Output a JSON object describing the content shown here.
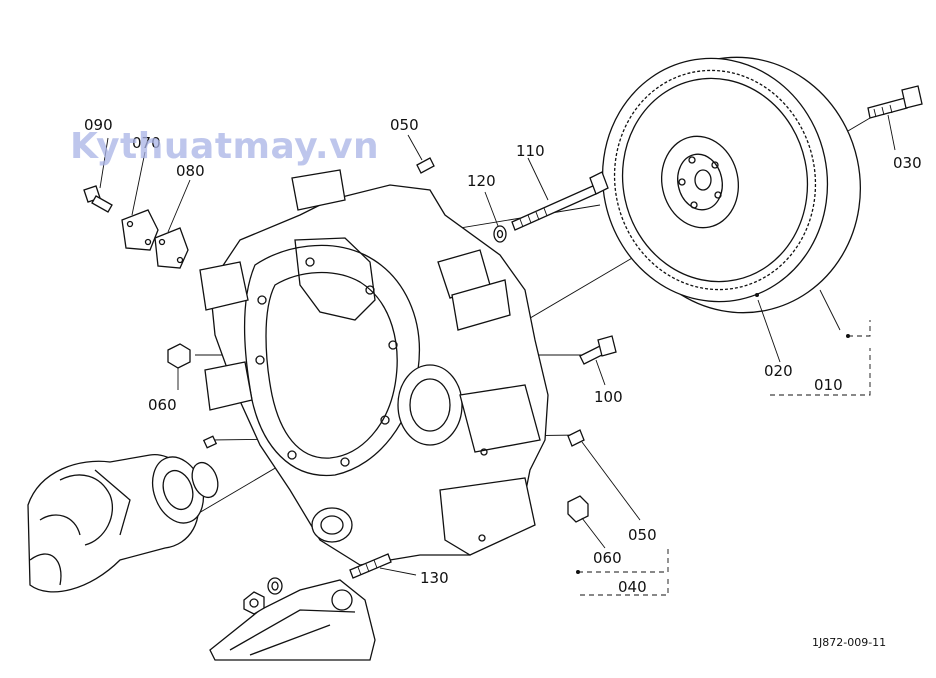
{
  "watermark": {
    "text": "Kythuatmay.vn",
    "color": "#a9b3e6"
  },
  "drawing_code": "1J872-009-11",
  "colors": {
    "line": "#111111",
    "background": "#ffffff"
  },
  "part_labels": [
    {
      "id": "010",
      "text": "010"
    },
    {
      "id": "020",
      "text": "020"
    },
    {
      "id": "030",
      "text": "030"
    },
    {
      "id": "040",
      "text": "040"
    },
    {
      "id": "050a",
      "text": "050"
    },
    {
      "id": "050b",
      "text": "050"
    },
    {
      "id": "060a",
      "text": "060"
    },
    {
      "id": "060b",
      "text": "060"
    },
    {
      "id": "070",
      "text": "070"
    },
    {
      "id": "080",
      "text": "080"
    },
    {
      "id": "090",
      "text": "090"
    },
    {
      "id": "100",
      "text": "100"
    },
    {
      "id": "110",
      "text": "110"
    },
    {
      "id": "120",
      "text": "120"
    },
    {
      "id": "130",
      "text": "130"
    }
  ]
}
